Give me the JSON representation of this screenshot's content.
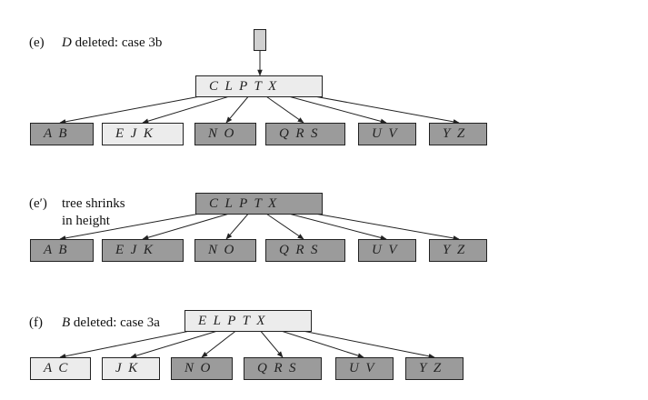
{
  "panels": [
    {
      "label": "(e)",
      "caption_key": "D",
      "caption_rest": " deleted: case 3b",
      "root": "C  L  P  T  X",
      "root_shade": "light",
      "has_pointer": true,
      "leaves": [
        {
          "text": "A  B",
          "shade": "dark"
        },
        {
          "text": "E  J  K",
          "shade": "light"
        },
        {
          "text": "N  O",
          "shade": "dark"
        },
        {
          "text": "Q  R  S",
          "shade": "dark"
        },
        {
          "text": "U  V",
          "shade": "dark"
        },
        {
          "text": "Y  Z",
          "shade": "dark"
        }
      ]
    },
    {
      "label": "(e′)",
      "caption_line1": "tree shrinks",
      "caption_line2": "in height",
      "root": "C  L  P  T  X",
      "root_shade": "dark",
      "has_pointer": false,
      "leaves": [
        {
          "text": "A  B",
          "shade": "dark"
        },
        {
          "text": "E  J  K",
          "shade": "dark"
        },
        {
          "text": "N  O",
          "shade": "dark"
        },
        {
          "text": "Q  R  S",
          "shade": "dark"
        },
        {
          "text": "U  V",
          "shade": "dark"
        },
        {
          "text": "Y  Z",
          "shade": "dark"
        }
      ]
    },
    {
      "label": "(f)",
      "caption_key": "B",
      "caption_rest": " deleted: case 3a",
      "root": "E  L  P  T  X",
      "root_shade": "light",
      "has_pointer": false,
      "leaves": [
        {
          "text": "A  C",
          "shade": "light"
        },
        {
          "text": "J  K",
          "shade": "light"
        },
        {
          "text": "N  O",
          "shade": "dark"
        },
        {
          "text": "Q  R  S",
          "shade": "dark"
        },
        {
          "text": "U  V",
          "shade": "dark"
        },
        {
          "text": "Y  Z",
          "shade": "dark"
        }
      ]
    }
  ],
  "colors": {
    "dark_node": "#9b9b9b",
    "light_node": "#ececec",
    "stroke": "#222222"
  }
}
